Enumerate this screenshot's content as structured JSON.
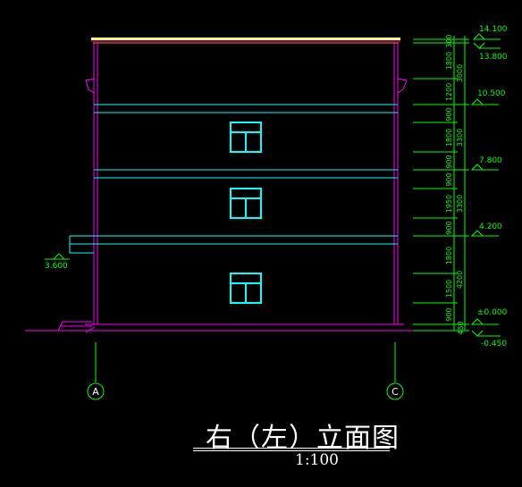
{
  "drawing": {
    "title": "右（左）立面图",
    "scale": "1:100"
  },
  "axes": [
    "A",
    "C"
  ],
  "elevation_labels": [
    {
      "key": "roof",
      "text": "14.100"
    },
    {
      "key": "parapet",
      "text": "13.800"
    },
    {
      "key": "floor4",
      "text": "10.500"
    },
    {
      "key": "floor3",
      "text": "7.800"
    },
    {
      "key": "floor2",
      "text": "4.200"
    },
    {
      "key": "ground",
      "text": "±0.000"
    },
    {
      "key": "outdoor",
      "text": "-0.450"
    },
    {
      "key": "canopy",
      "text": "3.600"
    }
  ],
  "segment_dims": [
    "300",
    "1800",
    "1200",
    "900",
    "1800",
    "900",
    "900",
    "1950",
    "900",
    "1800",
    "1500",
    "900",
    "450"
  ],
  "total_dims": [
    "3000",
    "3300",
    "3300",
    "4200"
  ],
  "colors": {
    "background": "#000000",
    "outline": "#ff00ff",
    "floor_band": "#00ffff",
    "window": "#00ffff",
    "dimension": "#00ff00",
    "roof_cap": "#ffff80",
    "axis_line": "#00ff00",
    "text": "#ffffff"
  }
}
